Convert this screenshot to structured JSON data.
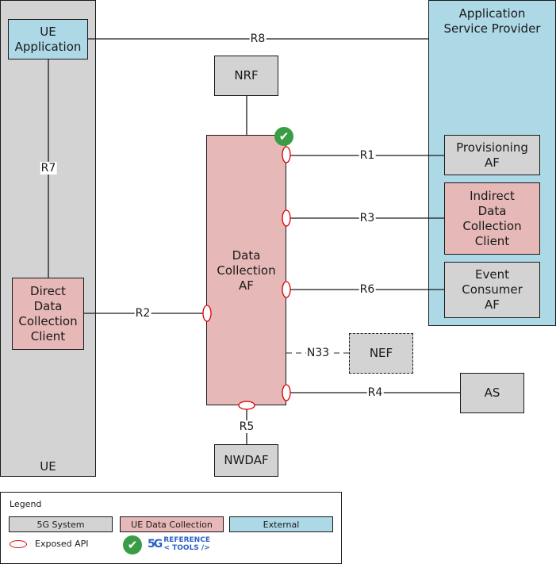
{
  "regions": {
    "ue": {
      "label": "UE"
    },
    "asp": {
      "label_line1": "Application",
      "label_line2": "Service Provider"
    }
  },
  "nodes": {
    "ue_application": {
      "line1": "UE",
      "line2": "Application"
    },
    "direct_client": {
      "line1": "Direct",
      "line2": "Data",
      "line3": "Collection",
      "line4": "Client"
    },
    "nrf": {
      "label": "NRF"
    },
    "data_collection_af": {
      "line1": "Data",
      "line2": "Collection",
      "line3": "AF"
    },
    "provisioning_af": {
      "line1": "Provisioning",
      "line2": "AF"
    },
    "indirect_client": {
      "line1": "Indirect",
      "line2": "Data",
      "line3": "Collection",
      "line4": "Client"
    },
    "event_consumer_af": {
      "line1": "Event",
      "line2": "Consumer",
      "line3": "AF"
    },
    "nef": {
      "label": "NEF"
    },
    "as": {
      "label": "AS"
    },
    "nwdaf": {
      "label": "NWDAF"
    }
  },
  "interfaces": {
    "r1": "R1",
    "r2": "R2",
    "r3": "R3",
    "r4": "R4",
    "r5": "R5",
    "r6": "R6",
    "r7": "R7",
    "r8": "R8",
    "n33": "N33"
  },
  "legend": {
    "title": "Legend",
    "categories": [
      {
        "label": "5G System",
        "color": "#d3d3d3"
      },
      {
        "label": "UE Data Collection",
        "color": "#e6b8b7"
      },
      {
        "label": "External",
        "color": "#add8e6"
      }
    ],
    "exposed_api_label": "Exposed API",
    "logo_line1": "REFERENCE",
    "logo_line2": "< TOOLS />",
    "logo_mark": "5G"
  },
  "icons": {
    "check": "✔"
  },
  "colors": {
    "five_g_system": "#d3d3d3",
    "ue_data_collection": "#e6b8b7",
    "external": "#add8e6",
    "exposed_api_outline": "#dd0000",
    "check_badge": "#3a9d46",
    "logo": "#2b63c7"
  }
}
